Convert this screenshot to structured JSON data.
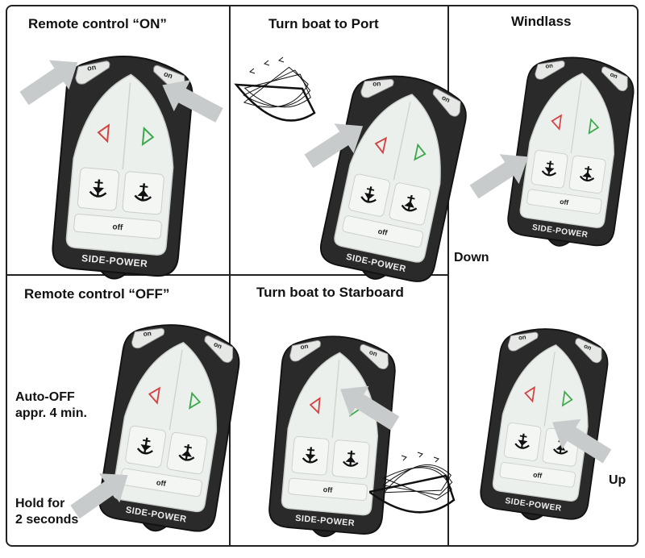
{
  "panels": {
    "on": {
      "title": "Remote control “ON”"
    },
    "port": {
      "title": "Turn boat to Port"
    },
    "windlass": {
      "title": "Windlass",
      "down_label": "Down",
      "up_label": "Up"
    },
    "off": {
      "title": "Remote control “OFF”",
      "auto_off": "Auto-OFF",
      "auto_off_time": "appr. 4 min.",
      "hold_line1": "Hold for",
      "hold_line2": "2 seconds"
    },
    "starboard": {
      "title": "Turn boat to Starboard"
    }
  },
  "remote": {
    "on_label": "on",
    "off_label": "off",
    "brand": "SIDE-POWER",
    "colors": {
      "body": "#2a2a2a",
      "face": "#ecf0ec",
      "left_arrow": "#d64040",
      "right_arrow": "#3aa94a",
      "pointer": "#c8cbcc"
    },
    "icons": [
      "port-arrow-icon",
      "starboard-arrow-icon",
      "anchor-down-icon",
      "anchor-up-icon"
    ]
  }
}
